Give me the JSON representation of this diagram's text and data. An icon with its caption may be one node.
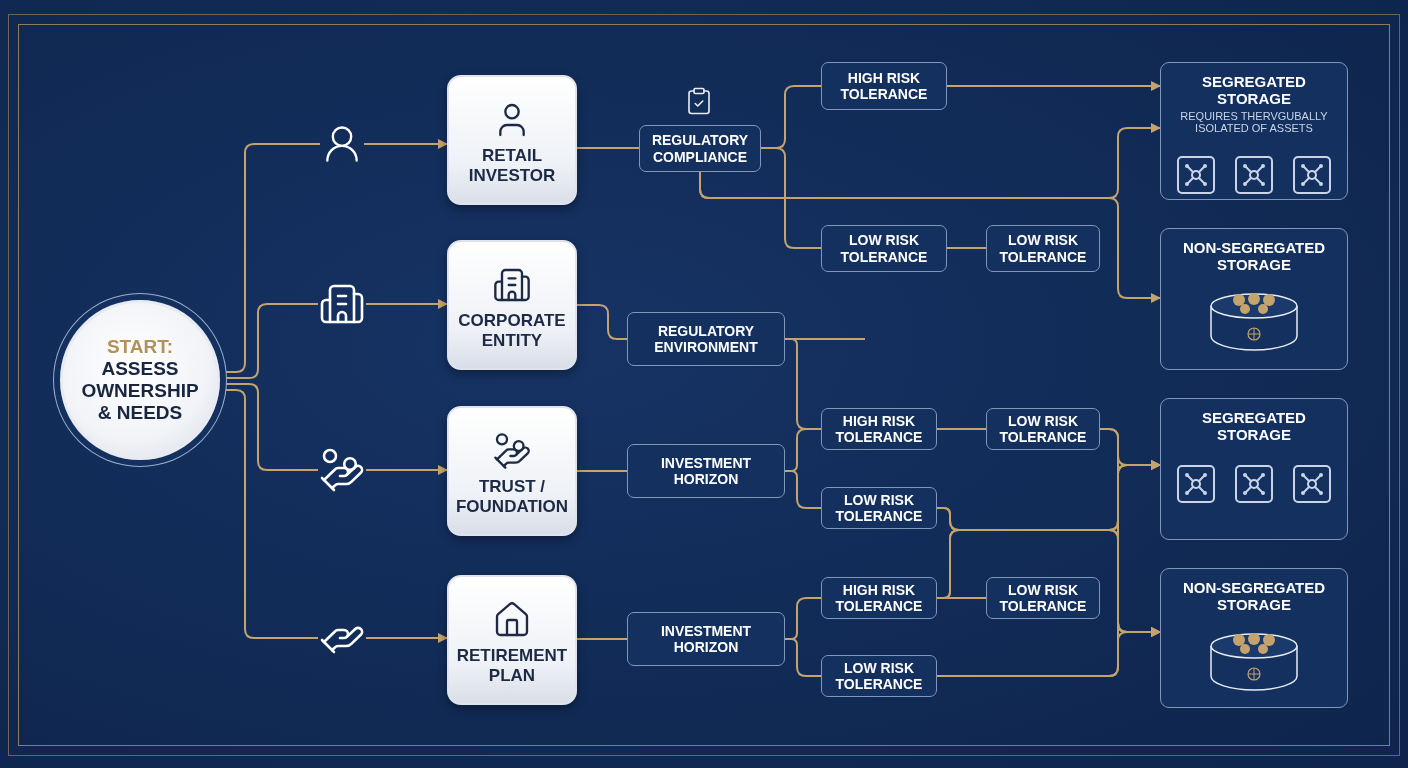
{
  "diagram": {
    "nodes": [
      {
        "text": [
          "START:",
          "ASSESS OWNERSHIP & NEEDS"
        ]
      },
      {
        "text": [],
        "shape": "person"
      },
      {
        "text": [],
        "shape": "building"
      },
      {
        "text": [],
        "shape": "hand"
      },
      {
        "text": [],
        "shape": "hand"
      },
      {
        "text": [
          "RETAIL INVESTOR"
        ]
      },
      {
        "text": [
          "CORPORATE ENTITY"
        ]
      },
      {
        "text": [
          "TRUST / FOUNDATION"
        ]
      },
      {
        "text": [
          "RETIREMENT PLAN"
        ]
      },
      {
        "text": [
          "REGULATORY COMPLIANCE"
        ]
      },
      {
        "text": [
          "REGULATORY ENVIRONMENT"
        ]
      },
      {
        "text": [
          "INVESTMENT HORIZON"
        ]
      },
      {
        "text": [
          "INVESTMENT HORIZON"
        ]
      },
      {
        "text": [
          "HIGH RISK TOLERANCE"
        ]
      },
      {
        "text": [
          "LOW RISK TOLERANCE"
        ]
      },
      {
        "text": [
          "LOW RISK TOLERANCE"
        ]
      },
      {
        "text": [
          "HIGH RISK TOLERANCE"
        ]
      },
      {
        "text": [
          "LOW RISK TOLERANCE"
        ]
      },
      {
        "text": [
          "LOW RISK TOLERANCE"
        ]
      },
      {
        "text": [
          "HIGH RISK TOLERANCE"
        ]
      },
      {
        "text": [
          "LOW RISK TOLERANCE"
        ]
      },
      {
        "text": [
          "LOW RISK TOLERANCE"
        ]
      },
      {
        "text": [
          "SEGREGATED STORAGE",
          "REQUIRES THERVGUBALLY ISOLATED OF ASSETS"
        ]
      },
      {
        "text": [
          "NON-SEGREGATED STORAGE"
        ]
      },
      {
        "text": [
          "SEGREGATED STORAGE"
        ]
      },
      {
        "text": [
          "NON-SEGREGATED STORAGE"
        ]
      }
    ],
    "edges": [
      {
        "from": 0,
        "to": 1,
        "arrow": "none"
      },
      {
        "from": 0,
        "to": 2,
        "arrow": "none"
      },
      {
        "from": 0,
        "to": 3,
        "arrow": "none"
      },
      {
        "from": 0,
        "to": 4,
        "arrow": "none"
      },
      {
        "from": 1,
        "to": 5,
        "arrow": "to"
      },
      {
        "from": 2,
        "to": 6,
        "arrow": "to"
      },
      {
        "from": 3,
        "to": 7,
        "arrow": "to"
      },
      {
        "from": 4,
        "to": 8,
        "arrow": "to"
      },
      {
        "from": 5,
        "to": 9,
        "arrow": "none"
      },
      {
        "from": 6,
        "to": 10,
        "arrow": "none"
      },
      {
        "from": 7,
        "to": 11,
        "arrow": "none"
      },
      {
        "from": 8,
        "to": 12,
        "arrow": "none"
      },
      {
        "from": 9,
        "to": 13,
        "arrow": "none"
      },
      {
        "from": 9,
        "to": 14,
        "arrow": "none"
      },
      {
        "from": 9,
        "to": 22,
        "arrow": "to"
      },
      {
        "from": 9,
        "to": 23,
        "arrow": "to"
      },
      {
        "from": 13,
        "to": 22,
        "arrow": "to"
      },
      {
        "from": 14,
        "to": 15,
        "arrow": "none"
      },
      {
        "from": 10,
        "to": null,
        "arrow": "none"
      },
      {
        "from": 10,
        "to": 16,
        "arrow": "none"
      },
      {
        "from": 11,
        "to": 16,
        "arrow": "none"
      },
      {
        "from": 11,
        "to": 18,
        "arrow": "none"
      },
      {
        "from": 16,
        "to": 17,
        "arrow": "none"
      },
      {
        "from": 12,
        "to": 19,
        "arrow": "none"
      },
      {
        "from": 12,
        "to": 21,
        "arrow": "none"
      },
      {
        "from": 19,
        "to": 20,
        "arrow": "none"
      },
      {
        "from": 17,
        "to": 24,
        "arrow": "to"
      },
      {
        "from": 17,
        "to": 25,
        "arrow": "to"
      },
      {
        "from": 18,
        "to": 24,
        "arrow": "to"
      },
      {
        "from": 18,
        "to": 25,
        "arrow": "to"
      },
      {
        "from": 19,
        "to": 24,
        "arrow": "to"
      },
      {
        "from": 19,
        "to": 25,
        "arrow": "to"
      },
      {
        "from": 21,
        "to": 24,
        "arrow": "to"
      },
      {
        "from": 21,
        "to": 25,
        "arrow": "to"
      }
    ]
  }
}
